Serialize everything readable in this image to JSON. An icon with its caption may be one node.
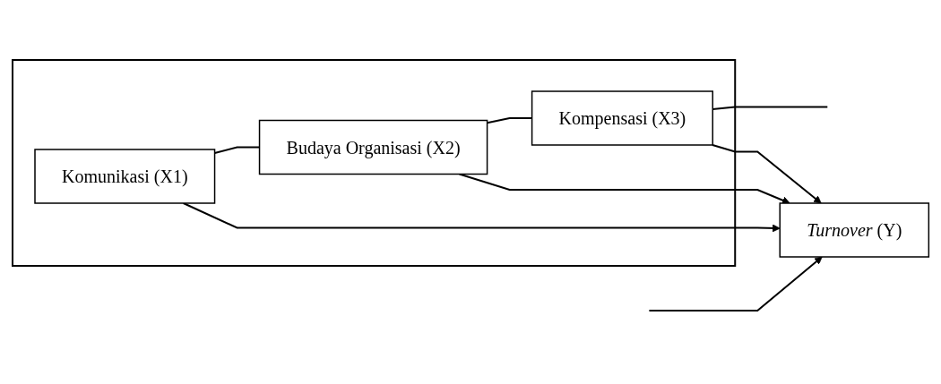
{
  "diagram": {
    "nodes": [
      {
        "text": [],
        "shape": "box"
      },
      {
        "text": [
          "Komunikasi (X1)"
        ],
        "in": 0
      },
      {
        "text": [
          "Budaya Organisasi (X2)"
        ],
        "in": 0
      },
      {
        "text": [
          "Kompensasi (X3)"
        ],
        "in": 0
      },
      {
        "text": [
          "*Turnover* (Y)"
        ]
      }
    ],
    "edges": [
      {
        "from": 1,
        "to": 4,
        "arrow": "to"
      },
      {
        "from": 2,
        "to": 4,
        "arrow": "to"
      },
      {
        "from": 3,
        "to": 4,
        "arrow": "to"
      },
      {
        "from": 1,
        "to": 2,
        "arrow": "none"
      },
      {
        "from": 2,
        "to": 3,
        "arrow": "none"
      },
      {
        "from": 3,
        "to": null,
        "arrow": "none"
      },
      {
        "from": null,
        "to": 4,
        "arrow": "to"
      }
    ]
  }
}
